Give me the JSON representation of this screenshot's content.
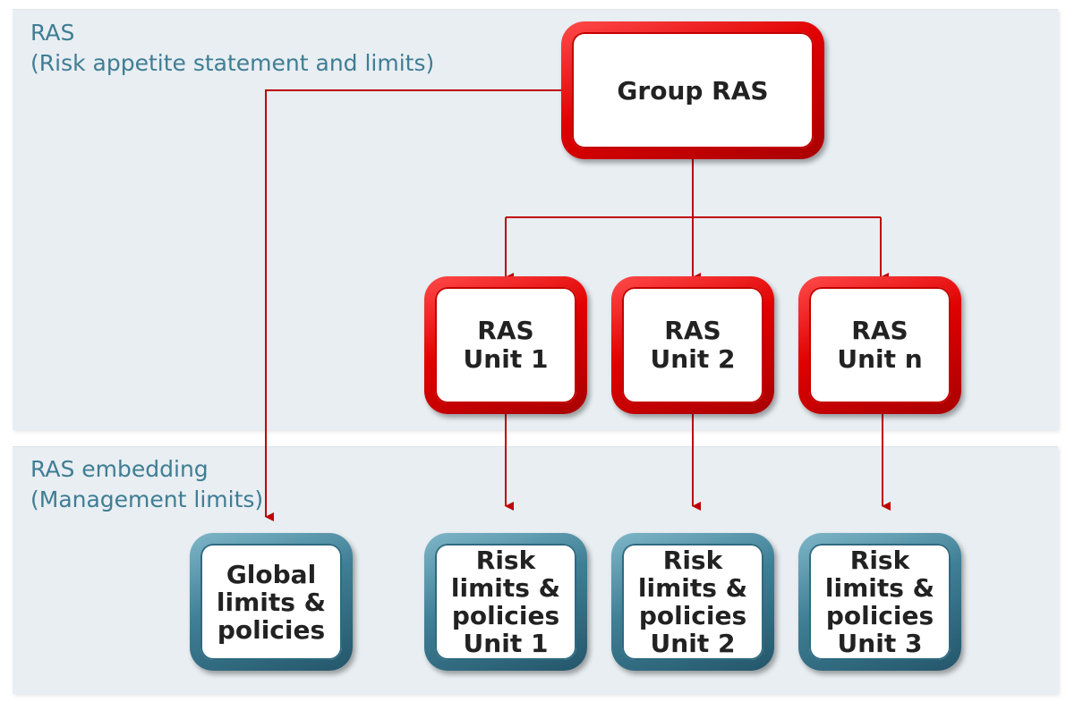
{
  "bands": {
    "top": {
      "line1": "RAS",
      "line2": "(Risk appetite statement and limits)"
    },
    "bottom": {
      "line1": "RAS embedding",
      "line2": "(Management limits)"
    }
  },
  "nodes": {
    "group_ras": "Group RAS",
    "unit1": {
      "line1": "RAS",
      "line2": "Unit 1"
    },
    "unit2": {
      "line1": "RAS",
      "line2": "Unit 2"
    },
    "unitn": {
      "line1": "RAS",
      "line2": "Unit n"
    },
    "global": {
      "line1": "Global",
      "line2": "limits &",
      "line3": "policies"
    },
    "risk1": {
      "line1": "Risk",
      "line2": "limits &",
      "line3": "policies",
      "line4": "Unit 1"
    },
    "risk2": {
      "line1": "Risk",
      "line2": "limits &",
      "line3": "policies",
      "line4": "Unit 2"
    },
    "risk3": {
      "line1": "Risk",
      "line2": "limits &",
      "line3": "policies",
      "line4": "Unit 3"
    }
  },
  "colors": {
    "ras_node": "#e00000",
    "limits_node": "#3f7f96",
    "connector": "#c00000",
    "band_label": "#3f7d94",
    "band_background": "#e8eef2"
  }
}
